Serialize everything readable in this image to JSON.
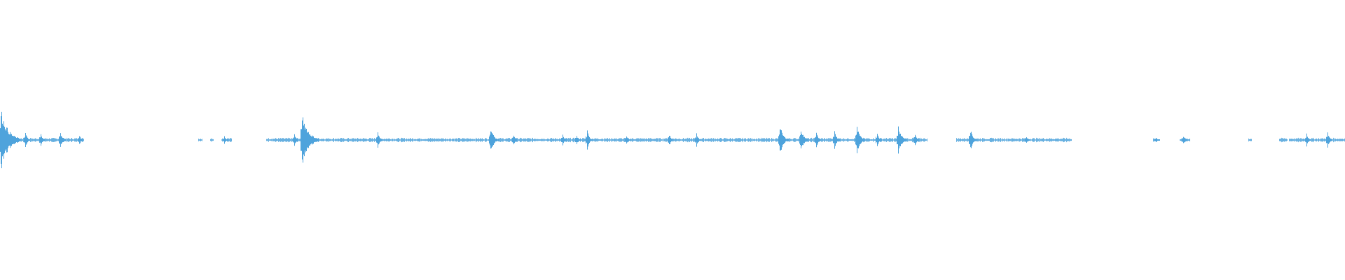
{
  "waveform": {
    "color": "#4ea3dc",
    "baseline_color": "#7ab8e3",
    "segments": [
      [
        0,
        120
      ],
      [
        283,
        289
      ],
      [
        300,
        305
      ],
      [
        316,
        331
      ],
      [
        380,
        1324
      ],
      [
        1365,
        1530
      ],
      [
        1646,
        1652
      ],
      [
        1684,
        1699
      ],
      [
        1782,
        1787
      ],
      [
        1826,
        1838
      ],
      [
        1840,
        1920
      ]
    ],
    "spikes": [
      {
        "t": 1,
        "amp": 0.115
      },
      {
        "t": 36,
        "amp": 0.03
      },
      {
        "t": 58,
        "amp": 0.025
      },
      {
        "t": 86,
        "amp": 0.035
      },
      {
        "t": 113,
        "amp": 0.02
      },
      {
        "t": 320,
        "amp": 0.015
      },
      {
        "t": 420,
        "amp": 0.025
      },
      {
        "t": 431,
        "amp": 0.1
      },
      {
        "t": 539,
        "amp": 0.03
      },
      {
        "t": 700,
        "amp": 0.05
      },
      {
        "t": 733,
        "amp": 0.025
      },
      {
        "t": 803,
        "amp": 0.02
      },
      {
        "t": 823,
        "amp": 0.02
      },
      {
        "t": 838,
        "amp": 0.035
      },
      {
        "t": 894,
        "amp": 0.02
      },
      {
        "t": 955,
        "amp": 0.025
      },
      {
        "t": 994,
        "amp": 0.025
      },
      {
        "t": 1113,
        "amp": 0.055
      },
      {
        "t": 1143,
        "amp": 0.045
      },
      {
        "t": 1165,
        "amp": 0.03
      },
      {
        "t": 1191,
        "amp": 0.035
      },
      {
        "t": 1223,
        "amp": 0.05
      },
      {
        "t": 1252,
        "amp": 0.03
      },
      {
        "t": 1282,
        "amp": 0.055
      },
      {
        "t": 1306,
        "amp": 0.025
      },
      {
        "t": 1385,
        "amp": 0.04
      },
      {
        "t": 1465,
        "amp": 0.015
      },
      {
        "t": 1650,
        "amp": 0.01
      },
      {
        "t": 1689,
        "amp": 0.015
      },
      {
        "t": 1865,
        "amp": 0.025
      },
      {
        "t": 1895,
        "amp": 0.03
      }
    ],
    "noise_amp": 0.006
  }
}
